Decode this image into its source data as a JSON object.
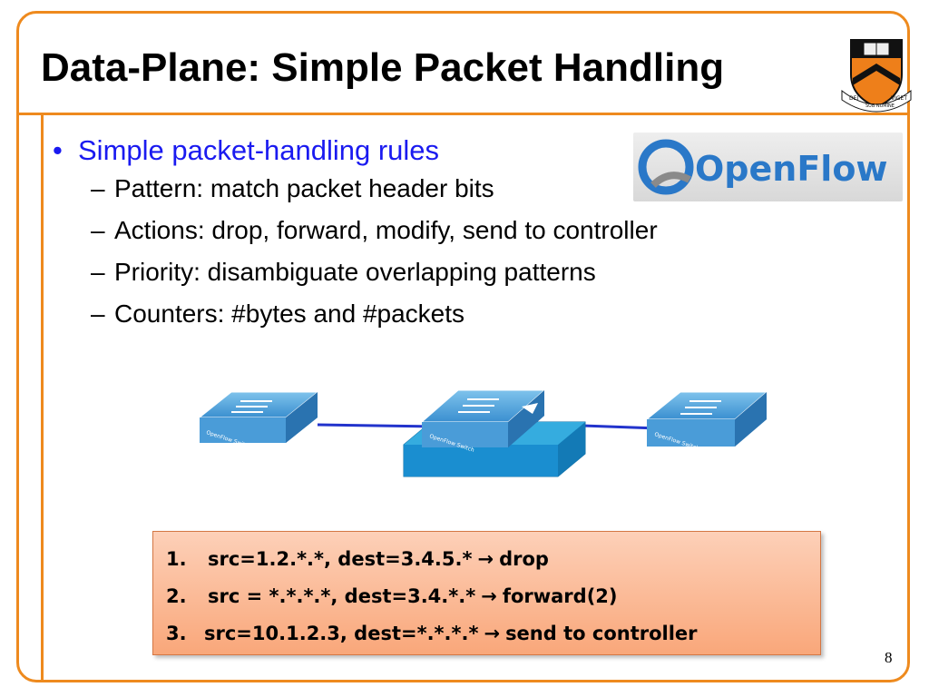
{
  "slide": {
    "title": "Data-Plane: Simple Packet Handling",
    "page_number": "8",
    "accent_color": "#ee8a1e",
    "bullet_color": "#1a1af0"
  },
  "crest": {
    "icon": "princeton-crest-icon",
    "motto_left": "DEI",
    "motto_mid": "SUB NUMINE",
    "motto_right": "VIGET"
  },
  "logo": {
    "icon": "openflow-logo-icon",
    "text": "OpenFlow"
  },
  "bullets": {
    "main": "Simple packet-handling rules",
    "main_mark": "•",
    "sub_mark": "–",
    "items": [
      "Pattern: match packet header bits",
      "Actions: drop, forward, modify, send to controller",
      "Priority: disambiguate overlapping patterns",
      "Counters: #bytes and #packets"
    ]
  },
  "diagram": {
    "switch_label": "OpenFlow Switch",
    "switch_icon": "network-switch-icon",
    "link_color": "#2233cc"
  },
  "rules": [
    {
      "num": "1.",
      "match": "src=1.2.*.*, dest=3.4.5.*",
      "arrow": "→",
      "action": "drop"
    },
    {
      "num": "2.",
      "match": "src = *.*.*.*, dest=3.4.*.*",
      "arrow": "→",
      "action": "forward(2)"
    },
    {
      "num": "3.",
      "match": "src=10.1.2.3, dest=*.*.*.*",
      "arrow": "→",
      "action": "send to controller"
    }
  ]
}
